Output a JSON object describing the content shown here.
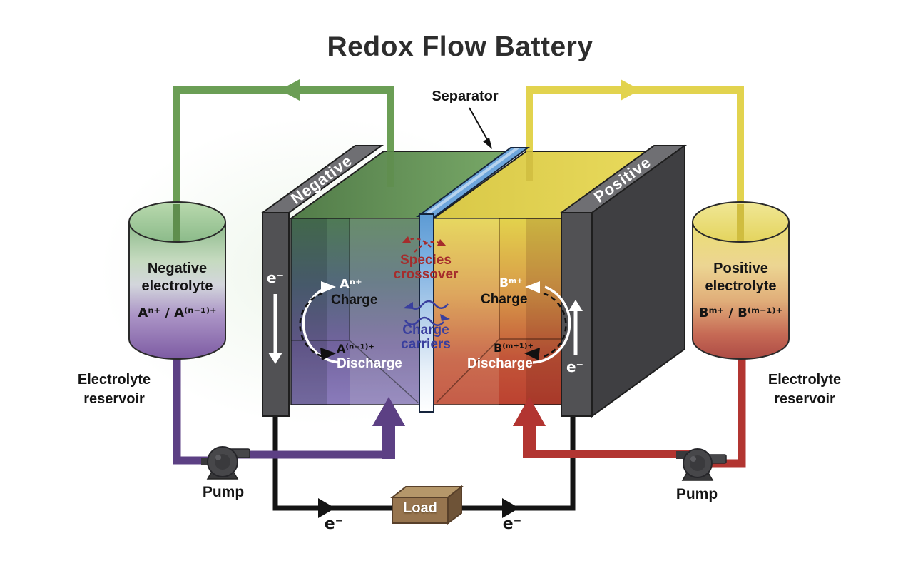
{
  "title": "Redox Flow Battery",
  "separator_label": "Separator",
  "electrodes": {
    "negative_label": "Negative",
    "positive_label": "Positive",
    "negative_electron": "e⁻",
    "positive_electron": "e⁻"
  },
  "left_cell": {
    "charge_species": "Aⁿ⁺",
    "charge_label": "Charge",
    "discharge_species": "A⁽ⁿ⁻¹⁾⁺",
    "discharge_label": "Discharge"
  },
  "right_cell": {
    "charge_species": "Bᵐ⁺",
    "charge_label": "Charge",
    "discharge_species": "B⁽ᵐ⁺¹⁾⁺",
    "discharge_label": "Discharge"
  },
  "membrane": {
    "species_crossover": "Species crossover",
    "charge_carriers": "Charge carriers"
  },
  "reservoirs": {
    "negative": {
      "name": "Negative electrolyte",
      "couple": "Aⁿ⁺ / A⁽ⁿ⁻¹⁾⁺",
      "caption": "Electrolyte reservoir"
    },
    "positive": {
      "name": "Positive electrolyte",
      "couple": "Bᵐ⁺ / B⁽ᵐ⁻¹⁾⁺",
      "caption": "Electrolyte reservoir"
    }
  },
  "pumps": {
    "left_label": "Pump",
    "right_label": "Pump"
  },
  "circuit": {
    "load_label": "Load",
    "electron_left": "e⁻",
    "electron_right": "e⁻"
  },
  "colors": {
    "negative_loop": "#6b9e55",
    "positive_loop": "#e2d34e",
    "negative_return": "#5c4084",
    "positive_return": "#b23531",
    "separator_blue": "#6ea6dc",
    "crossover_red": "#a52c2c",
    "carriers_blue": "#3a3f9e"
  }
}
